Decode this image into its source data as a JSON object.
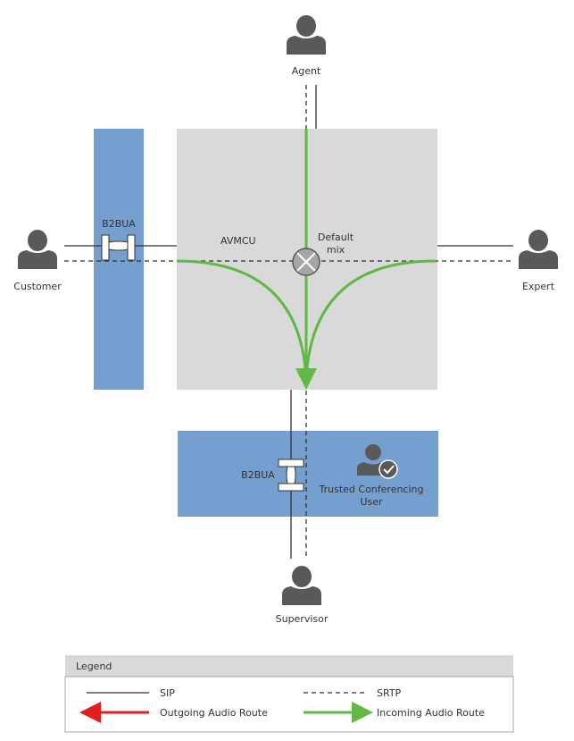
{
  "participants": {
    "agent": "Agent",
    "customer": "Customer",
    "expert": "Expert",
    "supervisor": "Supervisor"
  },
  "avmcu": {
    "label": "AVMCU",
    "mix_label_line1": "Default",
    "mix_label_line2": "mix"
  },
  "b2bua_left": {
    "label": "B2BUA"
  },
  "trusted_box": {
    "b2bua_label": "B2BUA",
    "user_line1": "Trusted Conferencing",
    "user_line2": "User"
  },
  "legend": {
    "title": "Legend",
    "sip": "SIP",
    "srtp": "SRTP",
    "outgoing": "Outgoing Audio Route",
    "incoming": "Incoming Audio Route"
  },
  "colors": {
    "blue_box": "#759fcf",
    "gray_box": "#d9d9d9",
    "green_route": "#5fb944",
    "red_route": "#e31e1e",
    "person": "#595959",
    "line": "#333333"
  }
}
